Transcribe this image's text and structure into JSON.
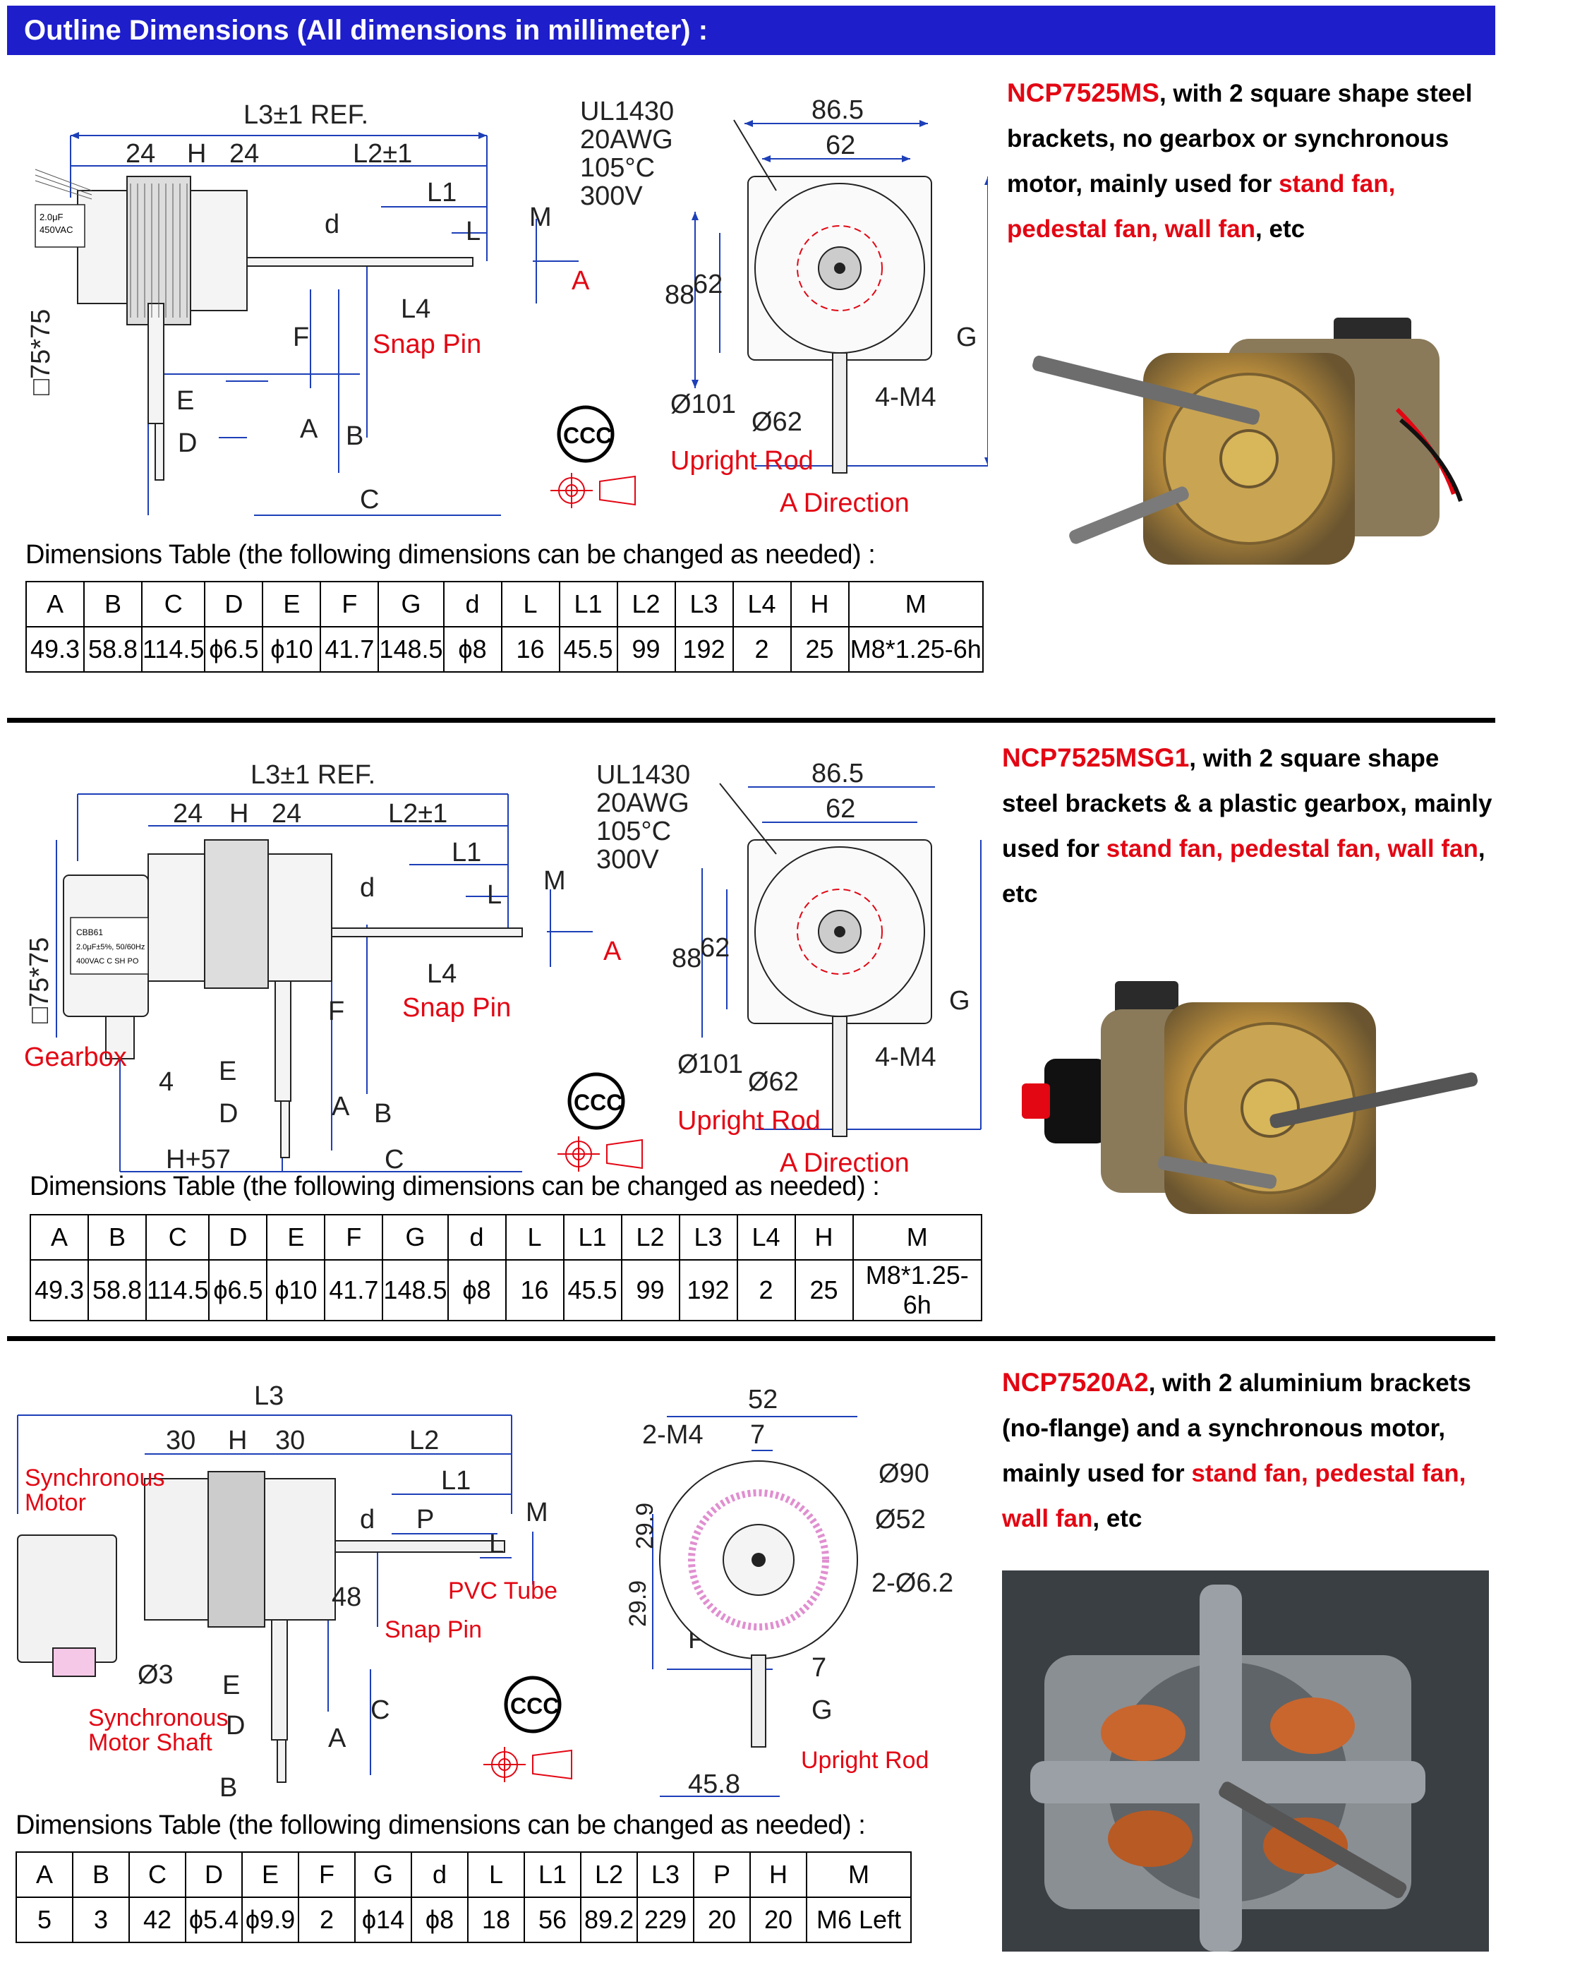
{
  "header": {
    "title": "Outline Dimensions (All dimensions in millimeter) :"
  },
  "colors": {
    "header_bg": "#1e1ecb",
    "accent_red": "#e30613",
    "dim_blue": "#1d3fb8"
  },
  "sections": [
    {
      "model": "NCP7525MS",
      "desc_pre": ", with 2 square shape steel brackets, no gearbox or synchronous motor, mainly used for ",
      "use": "stand fan, pedestal fan, wall fan",
      "desc_post": ", etc",
      "table_title": "Dimensions Table (the following dimensions can be changed as needed) :",
      "headers": [
        "A",
        "B",
        "C",
        "D",
        "E",
        "F",
        "G",
        "d",
        "L",
        "L1",
        "L2",
        "L3",
        "L4",
        "H",
        "M"
      ],
      "values": [
        "49.3",
        "58.8",
        "114.5",
        "ϕ6.5",
        "ϕ10",
        "41.7",
        "148.5",
        "ϕ8",
        "16",
        "45.5",
        "99",
        "192",
        "2",
        "25",
        "M8*1.25-6h"
      ],
      "drawing": {
        "l3": "L3±1 REF.",
        "n24a": "24",
        "h": "H",
        "n24b": "24",
        "l2": "L2±1",
        "l1": "L1",
        "l": "L",
        "m": "M",
        "d": "d",
        "l4": "L4",
        "snap": "Snap Pin",
        "a_arrow": "A",
        "sq": "□75*75",
        "f": "F",
        "e": "E",
        "dd": "D",
        "aa": "A",
        "b": "B",
        "c": "C",
        "cap1": "2.0μF",
        "cap2": "450VAC",
        "ul1": "UL1430",
        "ul2": "20AWG",
        "ul3": "105°C",
        "ul4": "300V",
        "w865": "86.5",
        "w62": "62",
        "h88": "88",
        "h62": "62",
        "g": "G",
        "phi101": "Ø101",
        "phi62": "Ø62",
        "m4": "4-M4",
        "upright": "Upright Rod",
        "adir": "A Direction",
        "ccc": "CCC",
        "left_label": ""
      }
    },
    {
      "model": "NCP7525MSG1",
      "desc_pre": ", with 2 square shape steel brackets & a plastic gearbox, mainly used for ",
      "use": "stand fan, pedestal fan, wall fan",
      "desc_post": ", etc",
      "table_title": "Dimensions Table (the following dimensions can be changed as needed) :",
      "headers": [
        "A",
        "B",
        "C",
        "D",
        "E",
        "F",
        "G",
        "d",
        "L",
        "L1",
        "L2",
        "L3",
        "L4",
        "H",
        "M"
      ],
      "values": [
        "49.3",
        "58.8",
        "114.5",
        "ϕ6.5",
        "ϕ10",
        "41.7",
        "148.5",
        "ϕ8",
        "16",
        "45.5",
        "99",
        "192",
        "2",
        "25",
        "M8*1.25-6h"
      ],
      "drawing": {
        "l3": "L3±1 REF.",
        "n24a": "24",
        "h": "H",
        "n24b": "24",
        "l2": "L2±1",
        "l1": "L1",
        "l": "L",
        "m": "M",
        "d": "d",
        "l4": "L4",
        "snap": "Snap Pin",
        "a_arrow": "A",
        "sq": "□75*75",
        "f": "F",
        "e": "E",
        "dd": "D",
        "aa": "A",
        "b": "B",
        "c": "C",
        "gearbox": "Gearbox",
        "four": "4",
        "h57": "H+57",
        "cap1": "CBB61",
        "cap2": "2.0μF±5%, 50/60Hz",
        "cap3": "400VAC C SH PO",
        "ul1": "UL1430",
        "ul2": "20AWG",
        "ul3": "105°C",
        "ul4": "300V",
        "w865": "86.5",
        "w62": "62",
        "h88": "88",
        "h62": "62",
        "g": "G",
        "phi101": "Ø101",
        "phi62": "Ø62",
        "m4": "4-M4",
        "upright": "Upright Rod",
        "adir": "A Direction",
        "ccc": "CCC"
      }
    },
    {
      "model": "NCP7520A2",
      "desc_pre": ", with 2 aluminium brackets (no-flange) and a synchronous motor, mainly used for ",
      "use": "stand fan, pedestal fan, wall fan",
      "desc_post": ", etc",
      "table_title": "Dimensions Table (the following dimensions can be changed as needed) :",
      "headers": [
        "A",
        "B",
        "C",
        "D",
        "E",
        "F",
        "G",
        "d",
        "L",
        "L1",
        "L2",
        "L3",
        "P",
        "H",
        "M"
      ],
      "values": [
        "5",
        "3",
        "42",
        "ϕ5.4",
        "ϕ9.9",
        "2",
        "ϕ14",
        "ϕ8",
        "18",
        "56",
        "89.2",
        "229",
        "20",
        "20",
        "M6 Left"
      ],
      "drawing": {
        "l3": "L3",
        "n30a": "30",
        "h": "H",
        "n30b": "30",
        "l2": "L2",
        "l1": "L1",
        "p": "P",
        "l": "L",
        "m": "M",
        "d": "d",
        "n48": "48",
        "sync_motor": "Synchronous Motor",
        "sync_motor_1": "Synchronous",
        "sync_motor_2": "Motor",
        "pvc": "PVC Tube",
        "snap": "Snap Pin",
        "phi3": "Ø3",
        "sync_shaft_1": "Synchronous",
        "sync_shaft_2": "Motor Shaft",
        "e": "E",
        "dd": "D",
        "aa": "A",
        "c": "C",
        "b": "B",
        "w52": "52",
        "m4": "2-M4",
        "n7": "7",
        "phi90": "Ø90",
        "phi52": "Ø52",
        "phi62": "2-Ø6.2",
        "h299a": "29.9",
        "h299b": "29.9",
        "f": "F",
        "n7b": "7",
        "g": "G",
        "n458": "45.8",
        "upright": "Upright Rod",
        "ccc": "CCC"
      }
    }
  ]
}
